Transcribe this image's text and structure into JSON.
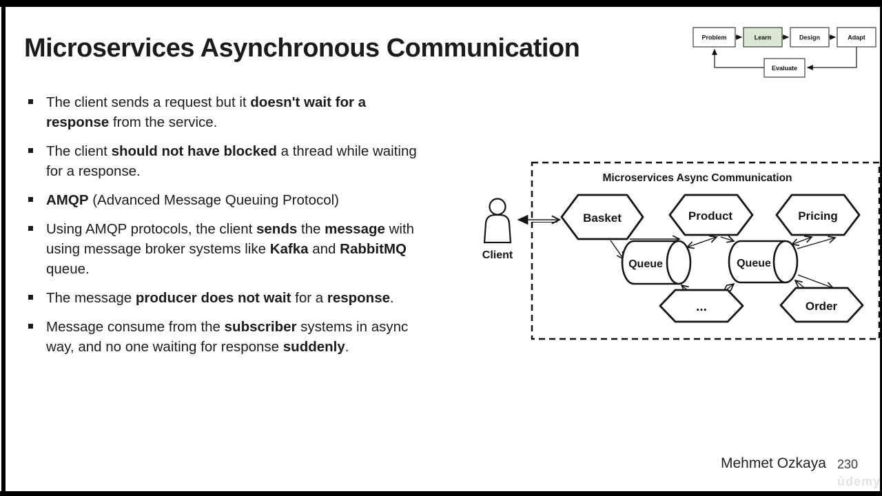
{
  "slide": {
    "title": "Microservices Asynchronous Communication",
    "footer": {
      "author": "Mehmet Ozkaya",
      "page": "230",
      "watermark": "ûdemy"
    }
  },
  "bullets": [
    {
      "segments": [
        {
          "t": "The client sends a request but it ",
          "b": false
        },
        {
          "t": "doesn't wait for a\nresponse",
          "b": true
        },
        {
          "t": " from the service.",
          "b": false
        }
      ]
    },
    {
      "segments": [
        {
          "t": "The client ",
          "b": false
        },
        {
          "t": "should not have blocked",
          "b": true
        },
        {
          "t": " a thread while waiting\nfor a response.",
          "b": false
        }
      ]
    },
    {
      "segments": [
        {
          "t": "AMQP",
          "b": true
        },
        {
          "t": " (Advanced Message Queuing Protocol)",
          "b": false
        }
      ]
    },
    {
      "segments": [
        {
          "t": "Using AMQP protocols, the client ",
          "b": false
        },
        {
          "t": "sends",
          "b": true
        },
        {
          "t": " the ",
          "b": false
        },
        {
          "t": "message",
          "b": true
        },
        {
          "t": " with\nusing message broker systems like ",
          "b": false
        },
        {
          "t": "Kafka",
          "b": true
        },
        {
          "t": " and ",
          "b": false
        },
        {
          "t": "RabbitMQ",
          "b": true
        },
        {
          "t": "\nqueue.",
          "b": false
        }
      ]
    },
    {
      "segments": [
        {
          "t": "The message ",
          "b": false
        },
        {
          "t": "producer does not wait",
          "b": true
        },
        {
          "t": " for a ",
          "b": false
        },
        {
          "t": "response",
          "b": true
        },
        {
          "t": ".",
          "b": false
        }
      ]
    },
    {
      "segments": [
        {
          "t": "Message consume from the ",
          "b": false
        },
        {
          "t": "subscriber",
          "b": true
        },
        {
          "t": " systems in async\nway, and no one waiting for response ",
          "b": false
        },
        {
          "t": "suddenly",
          "b": true
        },
        {
          "t": ".",
          "b": false
        }
      ]
    }
  ],
  "flow_chart": {
    "steps": [
      {
        "label": "Problem"
      },
      {
        "label": "Learn"
      },
      {
        "label": "Design"
      },
      {
        "label": "Adapt"
      },
      {
        "label": "Evaluate"
      }
    ],
    "highlight_color": "#d8e8d2"
  },
  "diagram": {
    "title": "Microservices Async Communication",
    "client_label": "Client",
    "services": [
      "Basket",
      "Product",
      "Pricing",
      "...",
      "Order"
    ],
    "queues": [
      "Queue",
      "Queue"
    ]
  }
}
